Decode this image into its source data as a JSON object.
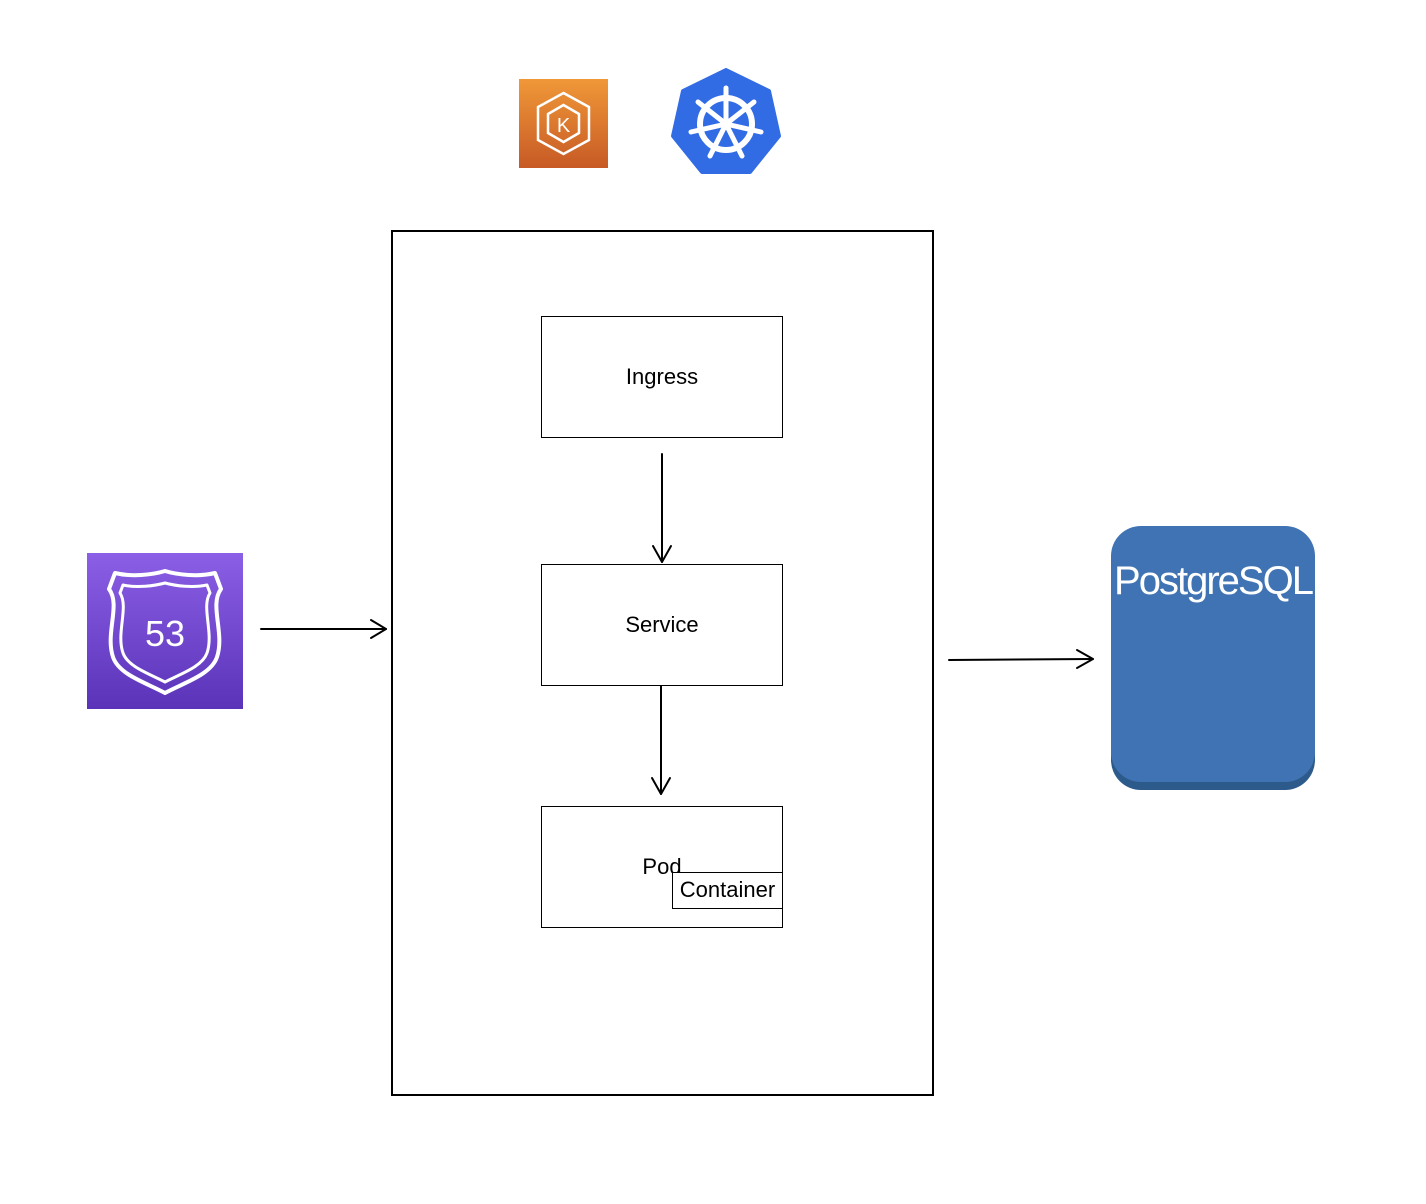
{
  "nodes": {
    "ingress": {
      "label": "Ingress"
    },
    "service": {
      "label": "Service"
    },
    "pod": {
      "label": "Pod"
    },
    "container": {
      "label": "Container"
    },
    "route53": {
      "label": "53"
    },
    "eks": {
      "label": "K"
    },
    "postgres": {
      "label": "PostgreSQL"
    }
  },
  "icons": {
    "route53": "route53-shield-icon",
    "eks": "eks-icon",
    "kubernetes": "kubernetes-helm-icon",
    "postgres": "database-icon"
  },
  "colors": {
    "route53_top": "#8b5fe6",
    "route53_bottom": "#5a33b8",
    "eks_top": "#f09838",
    "eks_bottom": "#c75a25",
    "kubernetes": "#326ce5",
    "postgres": "#3f73b3",
    "postgres_shadow": "#2c5a8a",
    "line": "#000000"
  },
  "edges": [
    {
      "from": "route53",
      "to": "cluster"
    },
    {
      "from": "ingress",
      "to": "service"
    },
    {
      "from": "service",
      "to": "pod"
    },
    {
      "from": "cluster",
      "to": "postgres"
    }
  ]
}
